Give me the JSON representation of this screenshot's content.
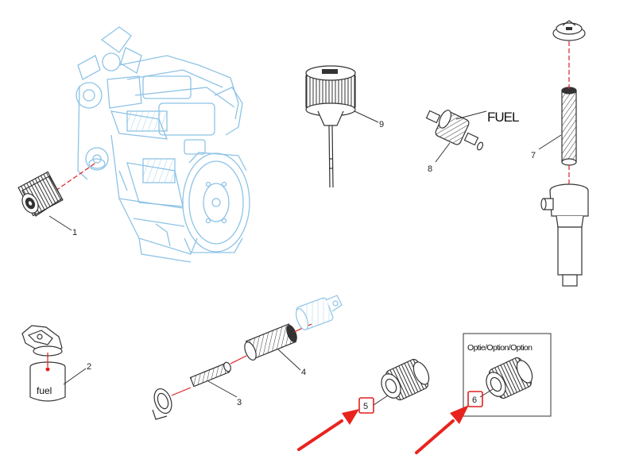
{
  "callouts": {
    "part_1": "1",
    "part_2": "2",
    "part_3": "3",
    "part_4": "4",
    "part_5": "5",
    "part_6": "6",
    "part_7": "7",
    "part_8": "8",
    "part_9": "9"
  },
  "labels": {
    "fuel_upper": "FUEL",
    "fuel_lower": "fuel",
    "option_box": "Optie/Option/Option"
  },
  "colors": {
    "engine_line": "#8ec3e6",
    "line_art": "#333333",
    "leader_dash": "#e0201f",
    "highlight_box": "#e0201f",
    "arrow": "#e8231e"
  },
  "icons": {
    "engine": "engine-illustration-icon",
    "arrows": "red-arrow-icon"
  }
}
